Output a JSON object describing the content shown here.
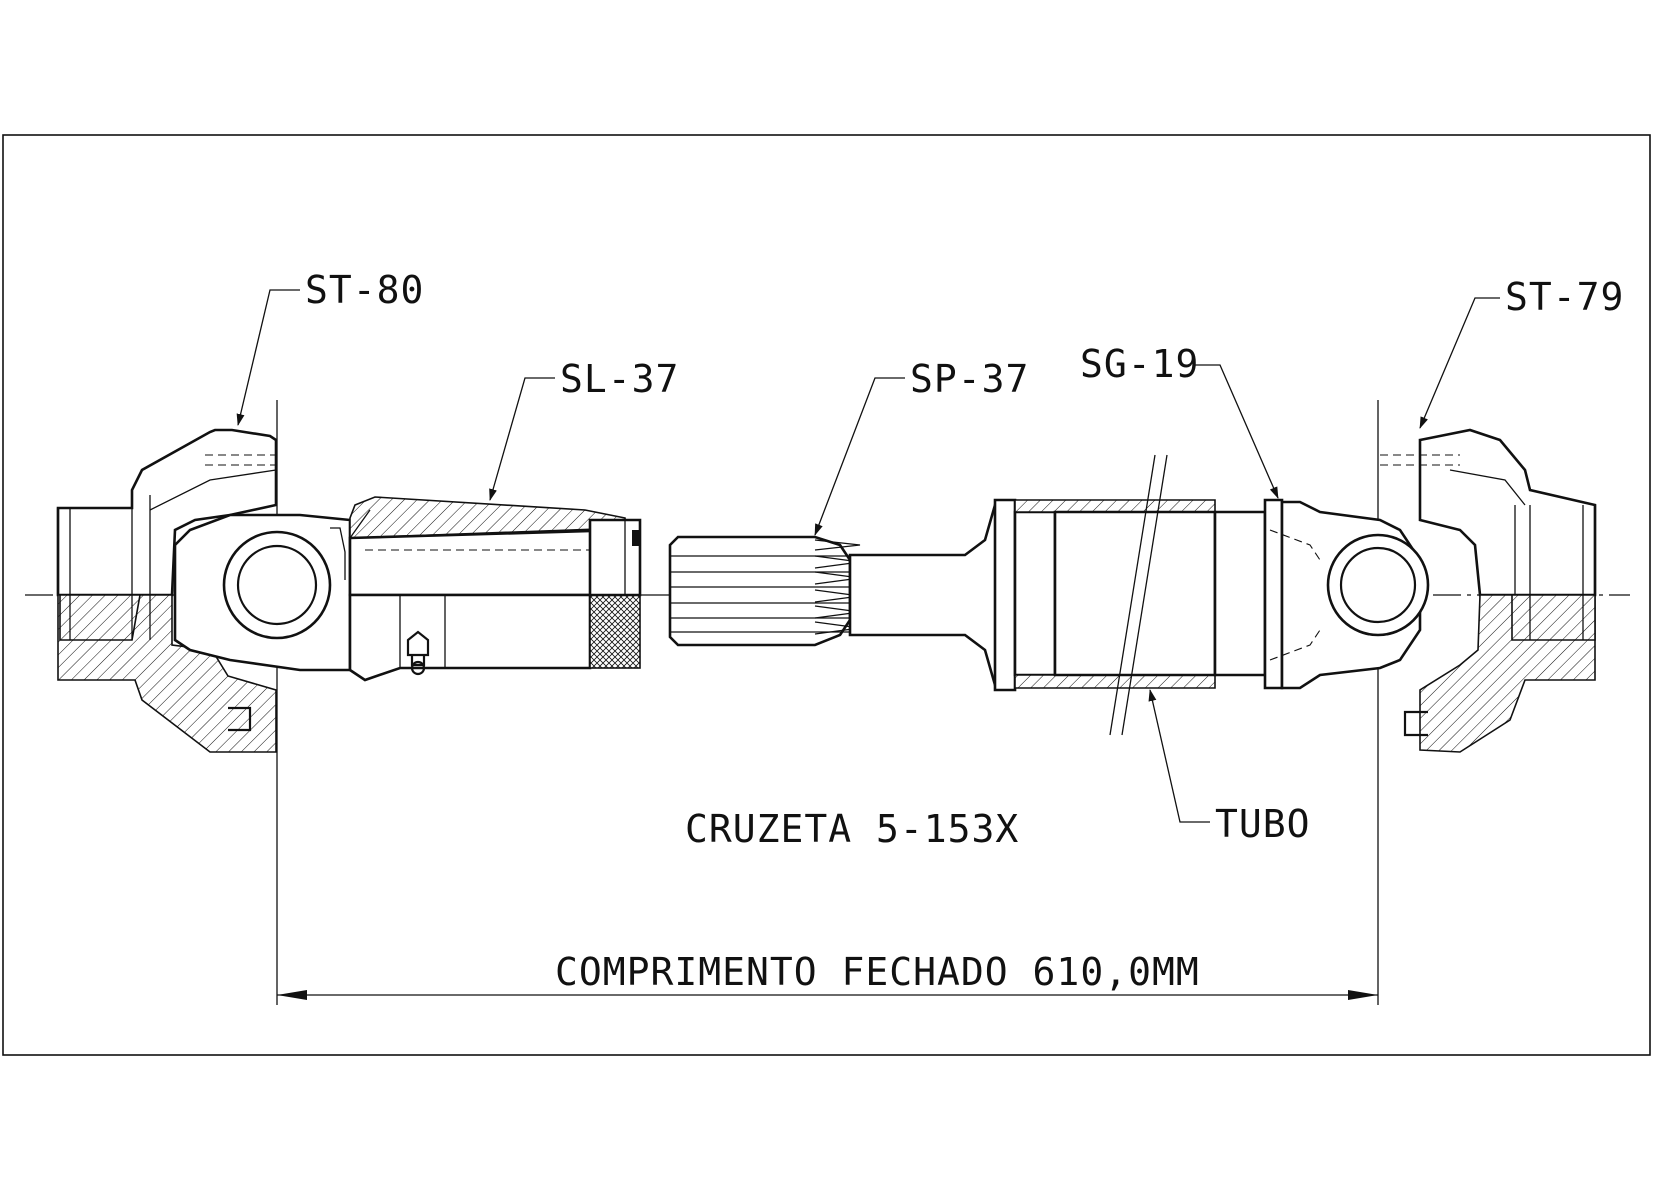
{
  "labels": {
    "st80": "ST-80",
    "sl37": "SL-37",
    "sp37": "SP-37",
    "sg19": "SG-19",
    "st79": "ST-79",
    "tubo": "TUBO",
    "cruzeta": "CRUZETA 5-153X",
    "dimension": "COMPRIMENTO FECHADO 610,0MM"
  },
  "colors": {
    "line": "#111111",
    "background": "#ffffff"
  }
}
